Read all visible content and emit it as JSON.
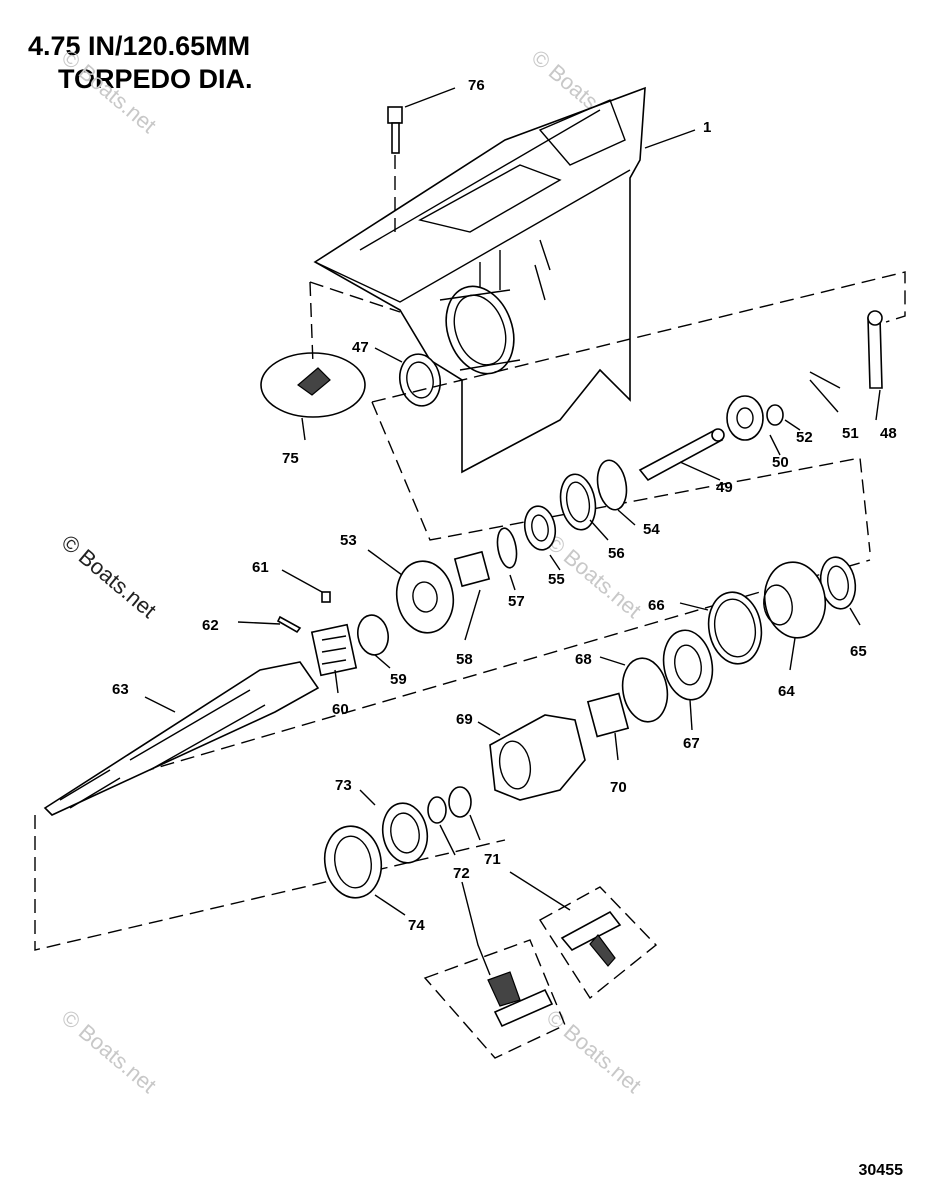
{
  "title": {
    "line1": "4.75 IN/120.65MM",
    "line2": "TORPEDO DIA."
  },
  "ref_number": "30455",
  "watermark": "© Boats.net",
  "labels": {
    "p1": "1",
    "p47": "47",
    "p48": "48",
    "p49": "49",
    "p50": "50",
    "p51": "51",
    "p52": "52",
    "p53": "53",
    "p54": "54",
    "p55": "55",
    "p56": "56",
    "p57": "57",
    "p58": "58",
    "p59": "59",
    "p60": "60",
    "p61": "61",
    "p62": "62",
    "p63": "63",
    "p64": "64",
    "p65": "65",
    "p66": "66",
    "p67": "67",
    "p68": "68",
    "p69": "69",
    "p70": "70",
    "p71": "71",
    "p72": "72",
    "p73": "73",
    "p74": "74",
    "p75": "75",
    "p76": "76"
  }
}
